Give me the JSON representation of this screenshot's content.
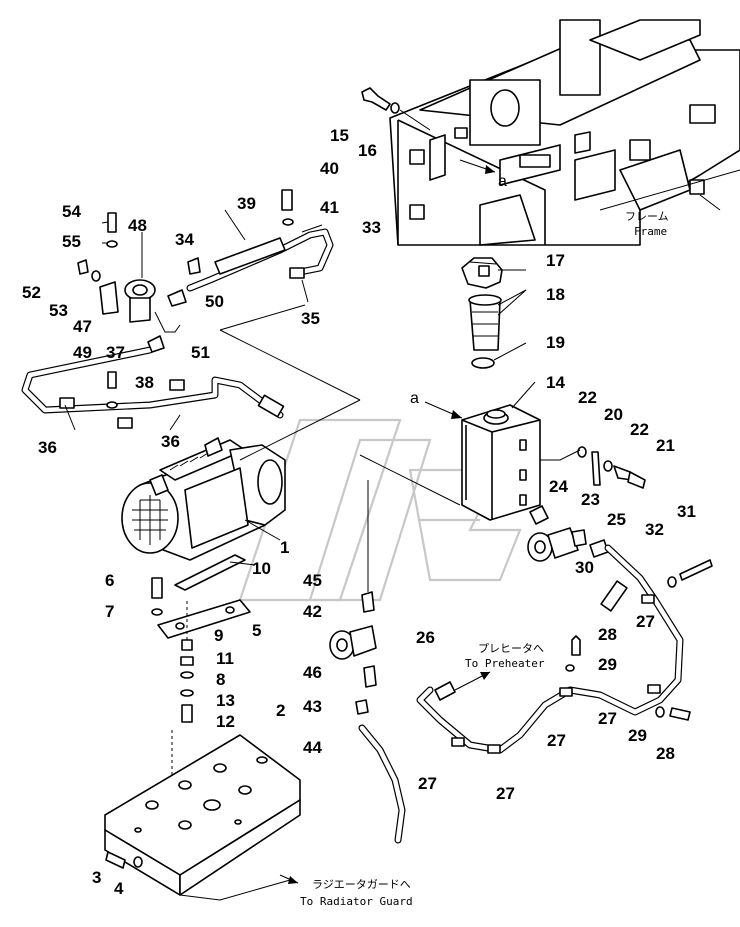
{
  "callouts": [
    "1",
    "2",
    "3",
    "4",
    "5",
    "6",
    "7",
    "8",
    "9",
    "10",
    "11",
    "12",
    "13",
    "14",
    "15",
    "16",
    "17",
    "18",
    "19",
    "20",
    "21",
    "22",
    "22",
    "23",
    "24",
    "25",
    "26",
    "27",
    "27",
    "27",
    "27",
    "27",
    "28",
    "28",
    "29",
    "29",
    "30",
    "31",
    "32",
    "33",
    "34",
    "35",
    "36",
    "36",
    "37",
    "38",
    "39",
    "40",
    "41",
    "42",
    "43",
    "44",
    "45",
    "46",
    "47",
    "48",
    "49",
    "50",
    "51",
    "52",
    "53",
    "54",
    "55"
  ],
  "notes": {
    "frame_jp": "フレーム",
    "frame_en": "Frame",
    "preheater_jp": "プレヒータへ",
    "preheater_en": "To Preheater",
    "radiator_jp": "ラジエータガードへ",
    "radiator_en": "To Radiator Guard",
    "detail_a_frame": "a",
    "detail_a_tank": "a"
  }
}
